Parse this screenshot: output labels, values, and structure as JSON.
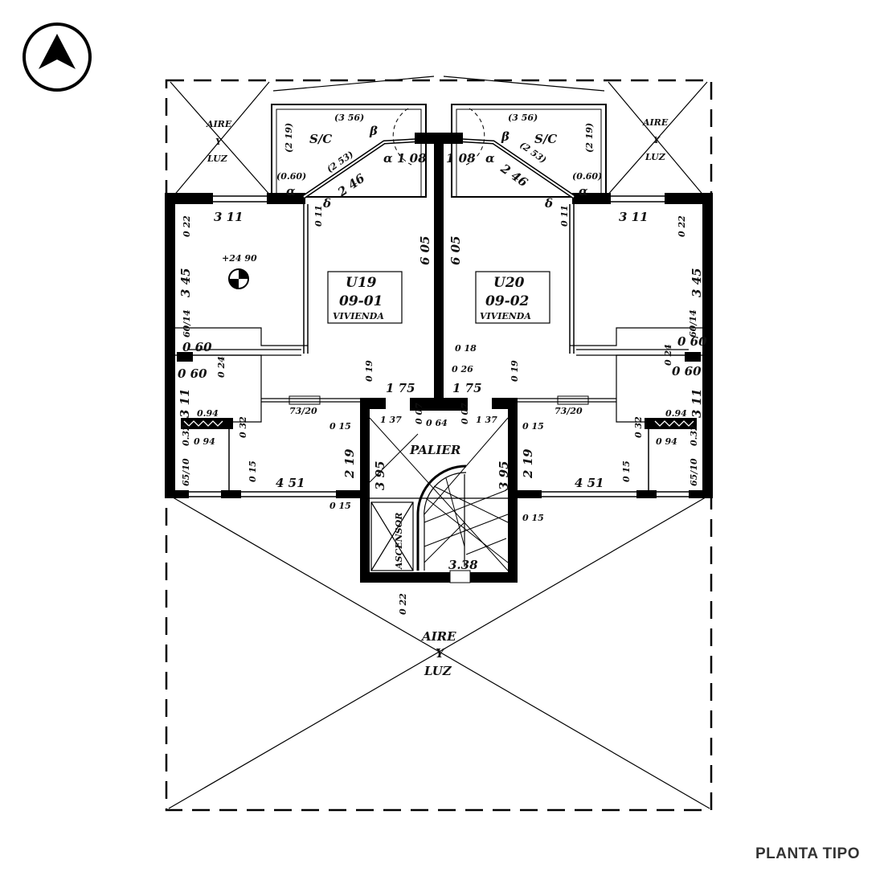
{
  "title": "PLANTA TIPO",
  "north_icon": "north-arrow-icon",
  "units": [
    {
      "code": "U19",
      "number": "09-01",
      "type": "VIVIENDA"
    },
    {
      "code": "U20",
      "number": "09-02",
      "type": "VIVIENDA"
    }
  ],
  "courtyards": {
    "aire": "AIRE",
    "y": "Y",
    "luz": "LUZ"
  },
  "landing": "PALIER",
  "elevator": "ASCENSOR",
  "balcony": {
    "sc": "S/C",
    "width": "(3 56)",
    "depth": "(2 19)",
    "diag": "(2 53)",
    "small": "(0.60)",
    "alpha": "α",
    "beta": "β",
    "delta": "δ"
  },
  "level": "+24 90",
  "dims": {
    "d311": "3 11",
    "d022": "0 22",
    "d345": "3 45",
    "d011": "0 11",
    "d246": "2 46",
    "d108": "1 08",
    "d605": "6 05",
    "d6014": "60/14",
    "d060": "0 60",
    "d024": "0 24",
    "d311b": "3 11",
    "d094": "0.94",
    "d094b": "0 94",
    "d032": "0 32",
    "d032b": "0.32",
    "d6510": "65/10",
    "d015": "0 15",
    "d451": "4 51",
    "d7320": "73/20",
    "d219": "2 19",
    "d019": "0 19",
    "d175": "1 75",
    "d137": "1 37",
    "d007": "0 07",
    "d064": "0 64",
    "d018": "0 18",
    "d026": "0 26",
    "d395": "3 95",
    "d338": "3.38"
  }
}
